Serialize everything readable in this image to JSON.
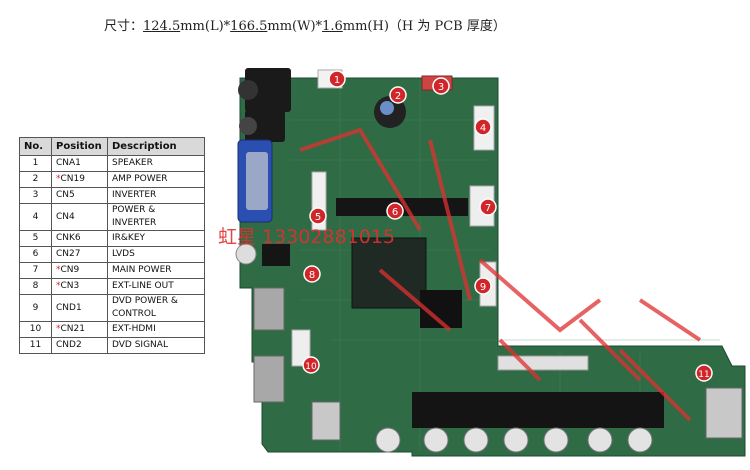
{
  "header": {
    "prefix": "尺寸：",
    "length": "124.5",
    "length_unit": "mm(L)*",
    "width": "166.5",
    "width_unit": "mm(W)*",
    "height": "1.6",
    "height_unit": "mm(H)（H 为 PCB 厚度）"
  },
  "table": {
    "headers": [
      "No.",
      "Position",
      "Description"
    ],
    "rows": [
      {
        "no": "1",
        "star": "",
        "pos": "CNA1",
        "desc1": "SPEAKER",
        "desc2": ""
      },
      {
        "no": "2",
        "star": "*",
        "pos": "CN19",
        "desc1": "AMP POWER",
        "desc2": ""
      },
      {
        "no": "3",
        "star": "",
        "pos": "CN5",
        "desc1": "INVERTER",
        "desc2": ""
      },
      {
        "no": "4",
        "star": "",
        "pos": "CN4",
        "desc1": "POWER &",
        "desc2": "INVERTER"
      },
      {
        "no": "5",
        "star": "",
        "pos": "CNK6",
        "desc1": "IR&KEY",
        "desc2": ""
      },
      {
        "no": "6",
        "star": "",
        "pos": "CN27",
        "desc1": "LVDS",
        "desc2": ""
      },
      {
        "no": "7",
        "star": "*",
        "pos": "CN9",
        "desc1": "MAIN POWER",
        "desc2": ""
      },
      {
        "no": "8",
        "star": "*",
        "pos": "CN3",
        "desc1": "EXT-LINE OUT",
        "desc2": ""
      },
      {
        "no": "9",
        "star": "",
        "pos": "CND1",
        "desc1": "DVD POWER &",
        "desc2": "CONTROL"
      },
      {
        "no": "10",
        "star": "*",
        "pos": "CN21",
        "desc1": "EXT-HDMI",
        "desc2": ""
      },
      {
        "no": "11",
        "star": "",
        "pos": "CND2",
        "desc1": "DVD SIGNAL",
        "desc2": ""
      }
    ]
  },
  "board": {
    "markers": [
      "1",
      "2",
      "3",
      "4",
      "5",
      "6",
      "7",
      "8",
      "9",
      "10",
      "11"
    ],
    "watermark": "虹星 13302881015",
    "colors": {
      "pcb": "#2f6b45",
      "marker": "#d0262a",
      "watermark": "#e03030"
    }
  }
}
